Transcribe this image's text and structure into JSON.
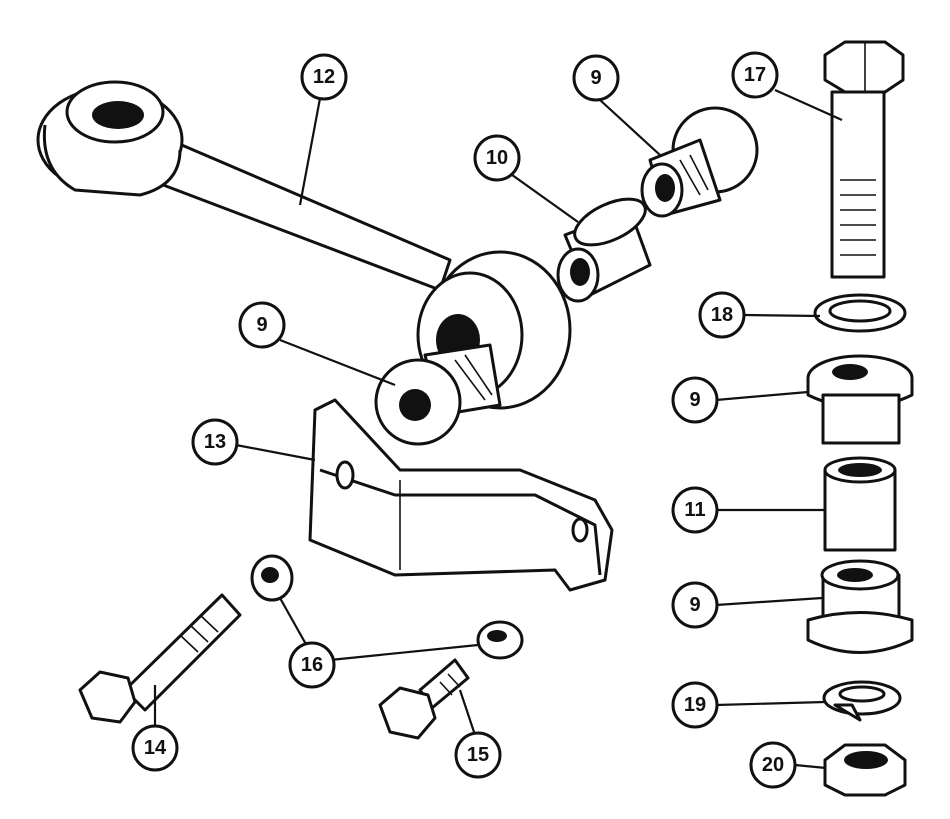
{
  "diagram": {
    "callouts": [
      {
        "id": "c12",
        "label": "12",
        "part": "link-arm"
      },
      {
        "id": "c10",
        "label": "10",
        "part": "spacer-sleeve"
      },
      {
        "id": "c9a",
        "label": "9",
        "part": "flanged-bush-top"
      },
      {
        "id": "c17",
        "label": "17",
        "part": "long-bolt"
      },
      {
        "id": "c18",
        "label": "18",
        "part": "plain-washer"
      },
      {
        "id": "c9b",
        "label": "9",
        "part": "flanged-bush-left"
      },
      {
        "id": "c9c",
        "label": "9",
        "part": "flanged-bush-right-upper"
      },
      {
        "id": "c13",
        "label": "13",
        "part": "mounting-bracket"
      },
      {
        "id": "c11",
        "label": "11",
        "part": "sleeve"
      },
      {
        "id": "c9d",
        "label": "9",
        "part": "flanged-bush-right-lower"
      },
      {
        "id": "c16",
        "label": "16",
        "part": "spring-washers"
      },
      {
        "id": "c14",
        "label": "14",
        "part": "bolt"
      },
      {
        "id": "c19",
        "label": "19",
        "part": "spring-washer"
      },
      {
        "id": "c15",
        "label": "15",
        "part": "short-bolt"
      },
      {
        "id": "c20",
        "label": "20",
        "part": "nut"
      }
    ]
  }
}
